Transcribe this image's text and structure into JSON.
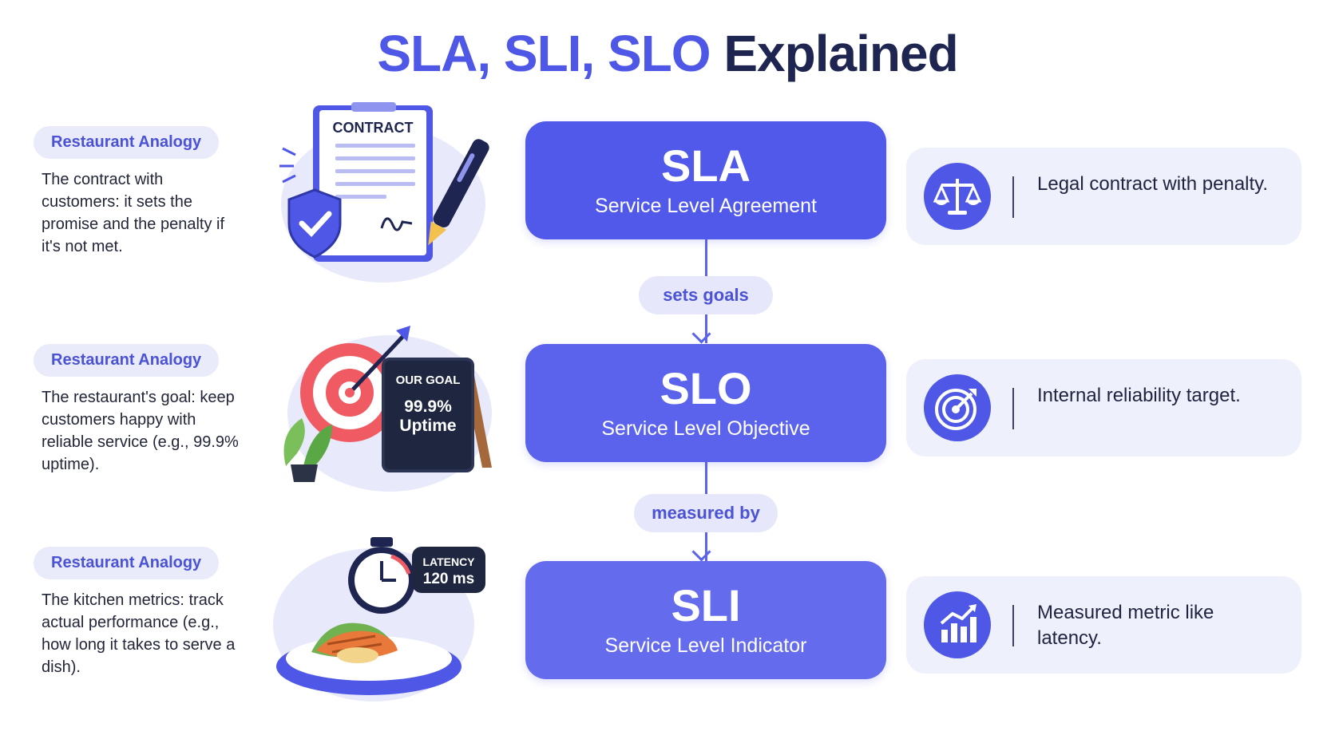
{
  "title": {
    "part1": "SLA, SLI, SLO",
    "part2": "Explained"
  },
  "rows": [
    {
      "analogy_label": "Restaurant Analogy",
      "analogy_text": "The contract with customers: it sets the promise and the penalty if it's not met.",
      "illustration_text": [
        "CONTRACT"
      ],
      "abbr": "SLA",
      "full_name": "Service Level Agreement",
      "icon": "scale-icon",
      "description": "Legal contract with penalty."
    },
    {
      "analogy_label": "Restaurant Analogy",
      "analogy_text": "The restaurant's goal: keep customers happy with reliable service (e.g., 99.9% uptime).",
      "illustration_text": [
        "OUR GOAL",
        "99.9%",
        "Uptime"
      ],
      "abbr": "SLO",
      "full_name": "Service Level Objective",
      "icon": "target-icon",
      "description": "Internal reliability target."
    },
    {
      "analogy_label": "Restaurant Analogy",
      "analogy_text": "The kitchen metrics: track actual performance (e.g., how long it takes to serve a dish).",
      "illustration_text": [
        "LATENCY",
        "120 ms"
      ],
      "abbr": "SLI",
      "full_name": "Service Level Indicator",
      "icon": "bar-chart-icon",
      "description": "Measured metric like latency."
    }
  ],
  "connectors": [
    "sets goals",
    "measured by"
  ],
  "colors": {
    "accent": "#4f58e6",
    "title_dark": "#1e2550",
    "pill_bg": "#e9eafa",
    "card_bg": "#eef0fb"
  }
}
